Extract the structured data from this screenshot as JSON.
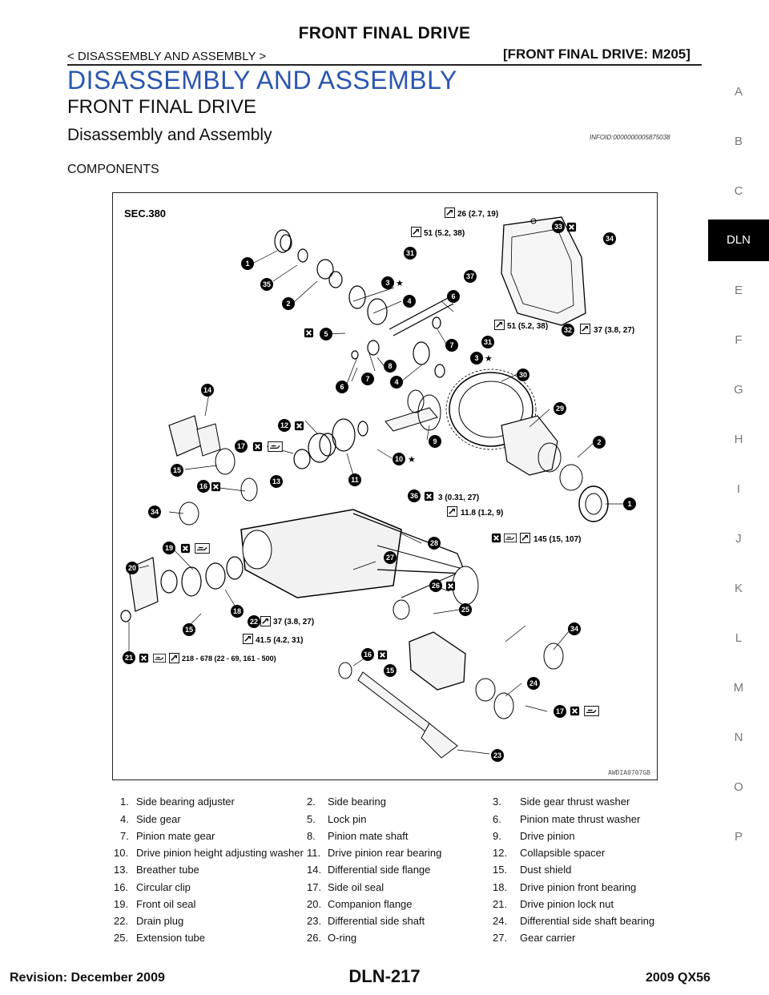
{
  "header": {
    "title": "FRONT FINAL DRIVE",
    "section_path": "< DISASSEMBLY AND ASSEMBLY >",
    "section_tag": "[FRONT FINAL DRIVE: M205]"
  },
  "headings": {
    "h1": "DISASSEMBLY AND ASSEMBLY",
    "h2": "FRONT FINAL DRIVE",
    "h3": "Disassembly and Assembly",
    "infoid": "INFOID:0000000005875038",
    "h4": "COMPONENTS"
  },
  "side_index": {
    "tabs": [
      "A",
      "B",
      "C",
      "DLN",
      "E",
      "F",
      "G",
      "H",
      "I",
      "J",
      "K",
      "L",
      "M",
      "N",
      "O",
      "P"
    ],
    "active": "DLN"
  },
  "figure": {
    "section_label": "SEC.380",
    "code": "AWDIA0707GB",
    "torques": [
      "26 (2.7, 19)",
      "51 (5.2, 38)",
      "51 (5.2, 38)",
      "37 (3.8, 27)",
      "3 (0.31, 27)",
      "11.8 (1.2, 9)",
      "145 (15, 107)",
      "37 (3.8, 27)",
      "41.5 (4.2, 31)",
      "218 - 678 (22 - 69, 161 - 500)"
    ]
  },
  "legend": [
    [
      "1.",
      "Side bearing adjuster",
      "2.",
      "Side bearing",
      "3.",
      "Side gear thrust washer"
    ],
    [
      "4.",
      "Side gear",
      "5.",
      "Lock pin",
      "6.",
      "Pinion mate thrust washer"
    ],
    [
      "7.",
      "Pinion mate gear",
      "8.",
      "Pinion mate shaft",
      "9.",
      "Drive pinion"
    ],
    [
      "10.",
      "Drive pinion height adjusting washer",
      "11.",
      "Drive pinion rear bearing",
      "12.",
      "Collapsible spacer"
    ],
    [
      "13.",
      "Breather tube",
      "14.",
      "Differential side flange",
      "15.",
      "Dust shield"
    ],
    [
      "16.",
      "Circular clip",
      "17.",
      "Side oil seal",
      "18.",
      "Drive pinion front bearing"
    ],
    [
      "19.",
      "Front oil seal",
      "20.",
      "Companion flange",
      "21.",
      "Drive pinion lock nut"
    ],
    [
      "22.",
      "Drain plug",
      "23.",
      "Differential side shaft",
      "24.",
      "Differential side shaft bearing"
    ],
    [
      "25.",
      "Extension tube",
      "26.",
      "O-ring",
      "27.",
      "Gear carrier"
    ]
  ],
  "footer": {
    "revision": "Revision: December 2009",
    "page": "DLN-217",
    "model": "2009 QX56"
  }
}
